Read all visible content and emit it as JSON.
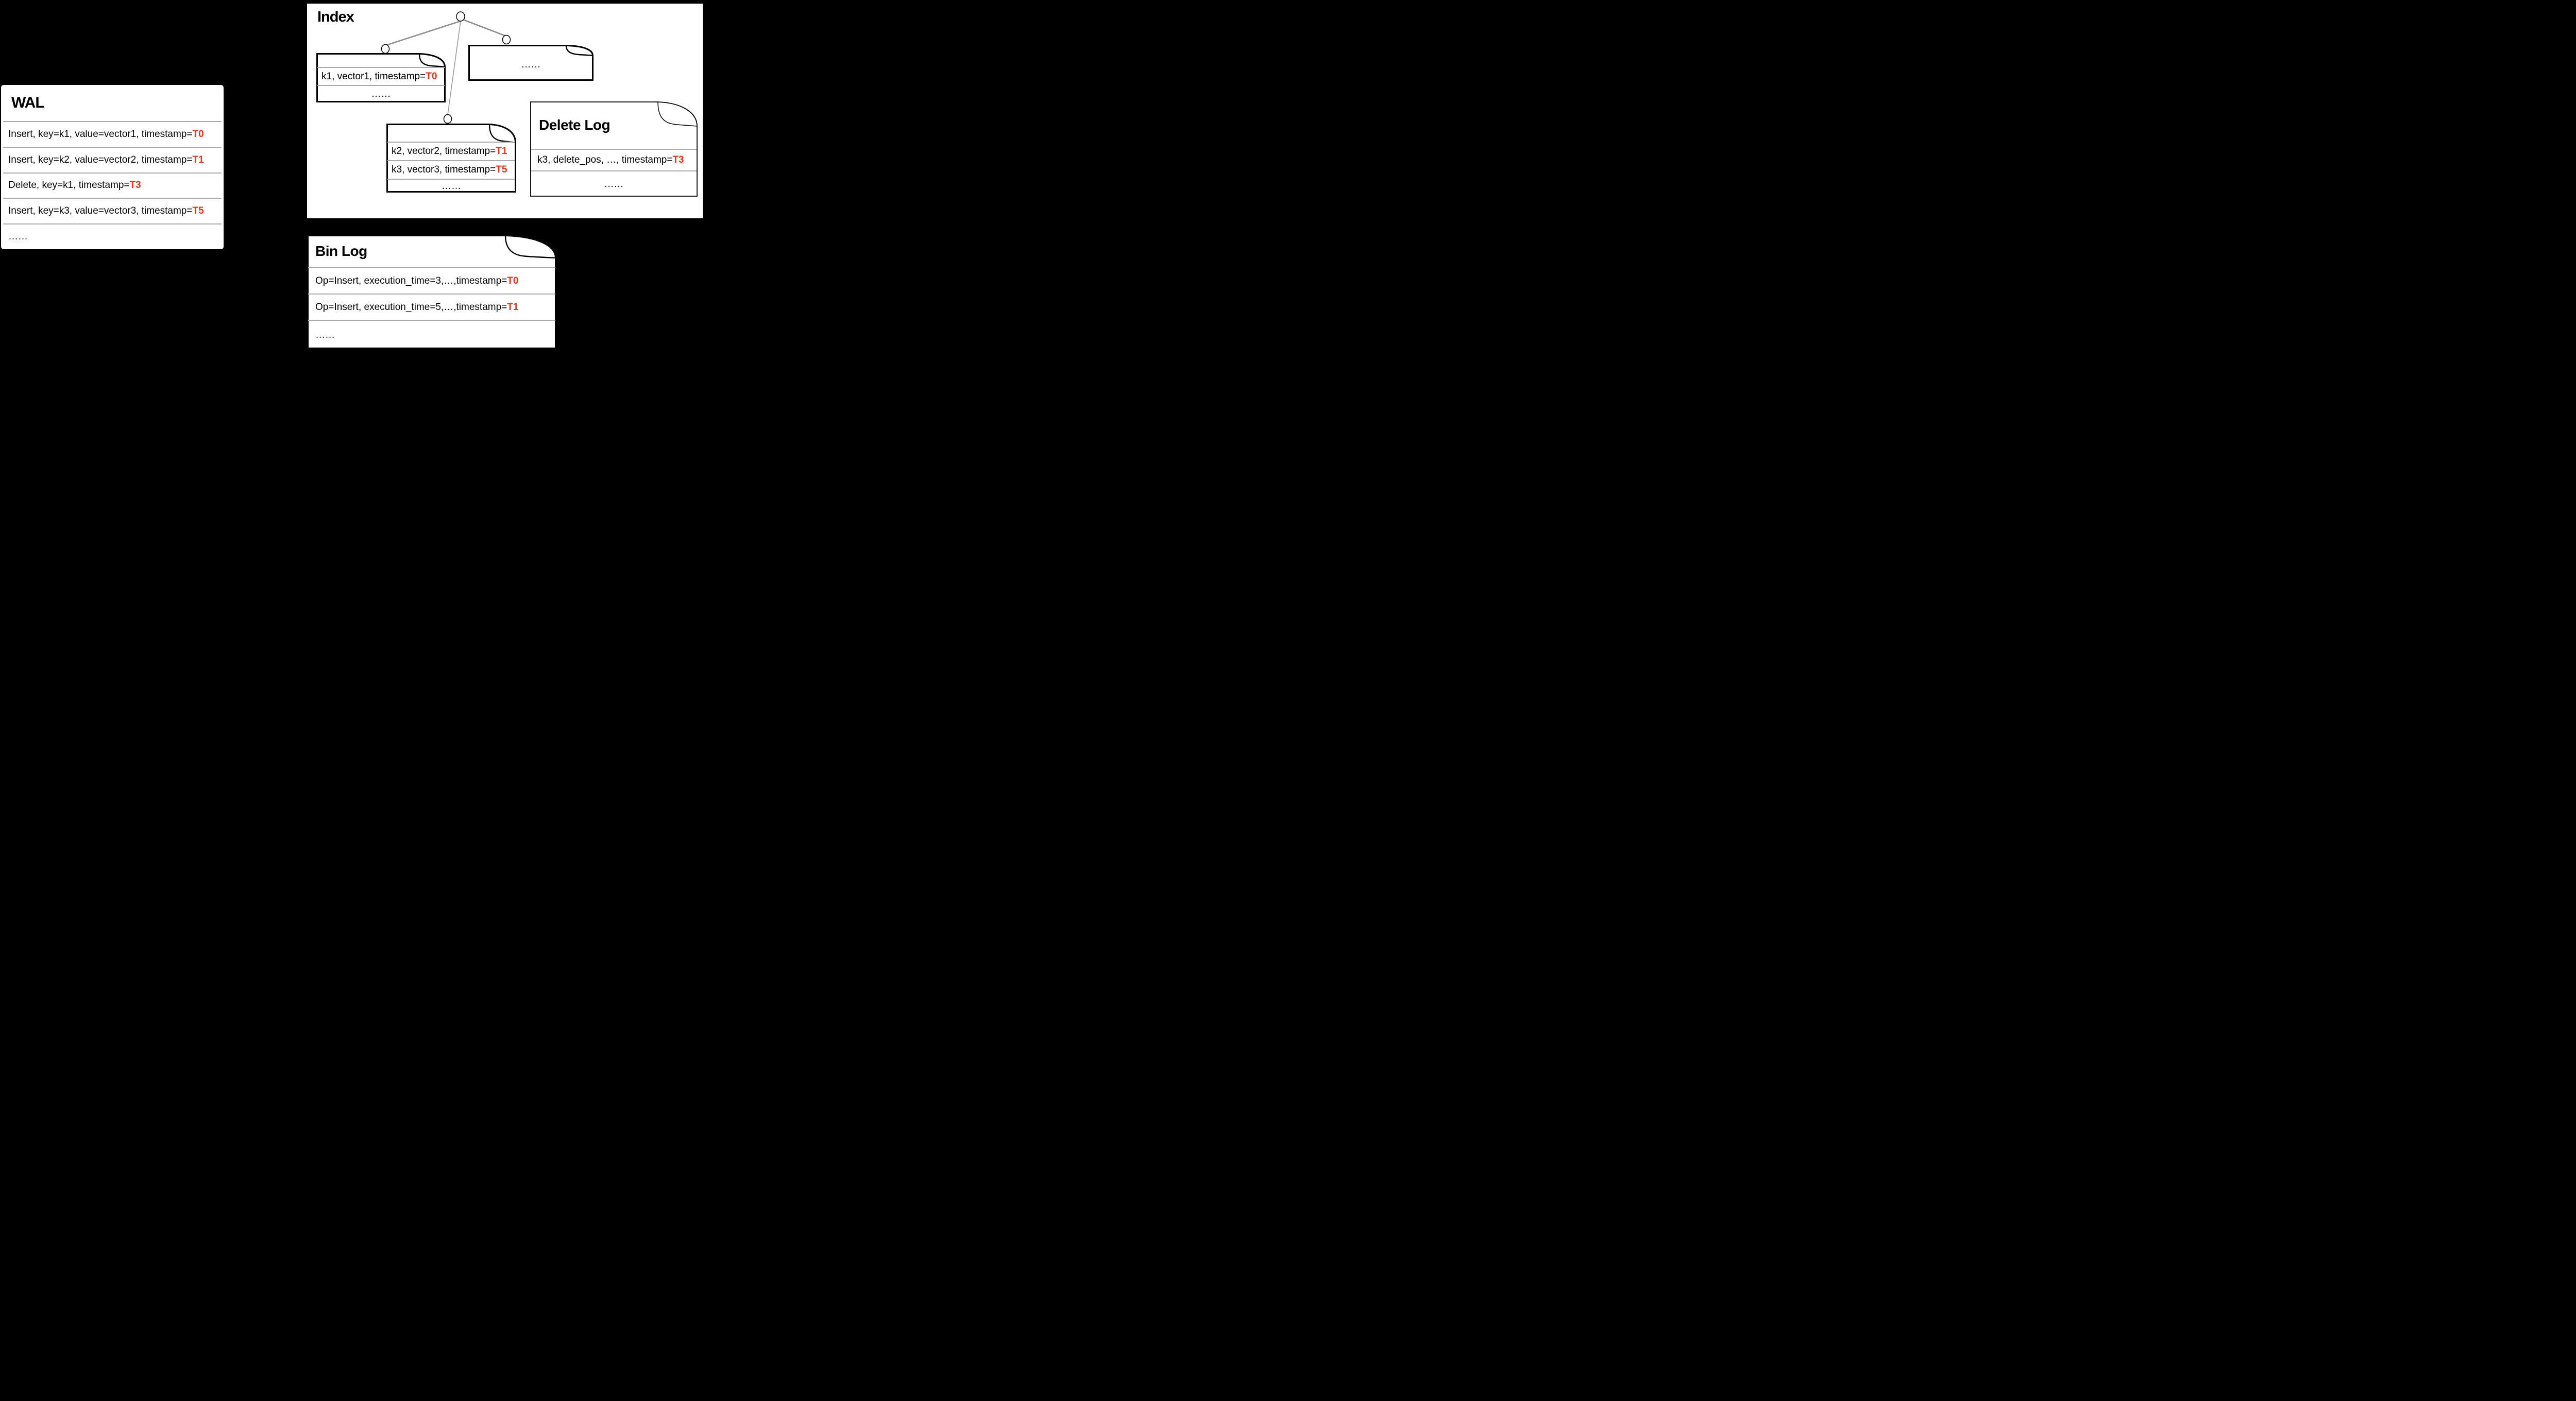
{
  "colors": {
    "background": "#000000",
    "panel_white": "#FFFFFF",
    "timestamp_red": "#FF2D12",
    "separator_gray": "#ABABAB",
    "tree_line_gray": "#8F8F8F"
  },
  "wal": {
    "title": "WAL",
    "rows": [
      {
        "text": "Insert, key=k1, value=vector1, timestamp=",
        "ts": "T0"
      },
      {
        "text": "Insert, key=k2, value=vector2, timestamp=",
        "ts": "T1"
      },
      {
        "text": "Delete, key=k1, timestamp=",
        "ts": "T3"
      },
      {
        "text": "Insert, key=k3, value=vector3, timestamp=",
        "ts": "T5"
      },
      {
        "text": "……",
        "ts": ""
      }
    ]
  },
  "index": {
    "title": "Index",
    "node_k1": {
      "rows": [
        {
          "text": "k1, vector1, timestamp=",
          "ts": "T0"
        },
        {
          "text": "……",
          "ts": ""
        }
      ]
    },
    "node_more": {
      "rows": [
        {
          "text": "……",
          "ts": ""
        }
      ]
    },
    "node_k2": {
      "rows": [
        {
          "text": "k2, vector2, timestamp=",
          "ts": "T1"
        },
        {
          "text": "k3, vector3, timestamp=",
          "ts": "T5"
        },
        {
          "text": "……",
          "ts": ""
        }
      ]
    },
    "delete_log": {
      "title": "Delete Log",
      "rows": [
        {
          "text": "k3, delete_pos, …, timestamp=",
          "ts": "T3"
        },
        {
          "text": "……",
          "ts": ""
        }
      ]
    }
  },
  "bin_log": {
    "title": "Bin Log",
    "rows": [
      {
        "text": "Op=Insert, execution_time=3,…,timestamp=",
        "ts": "T0"
      },
      {
        "text": "Op=Insert, execution_time=5,…,timestamp=",
        "ts": "T1"
      },
      {
        "text": "……",
        "ts": ""
      }
    ]
  }
}
